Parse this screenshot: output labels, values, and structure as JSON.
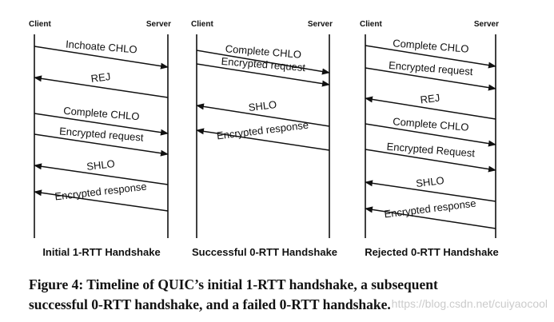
{
  "panels": [
    {
      "client_label": "Client",
      "server_label": "Server",
      "title": "Initial 1-RTT Handshake",
      "messages": [
        {
          "label": "Inchoate CHLO",
          "direction": "to-server"
        },
        {
          "label": "REJ",
          "direction": "to-client"
        },
        {
          "label": "Complete CHLO",
          "direction": "to-server"
        },
        {
          "label": "Encrypted request",
          "direction": "to-server"
        },
        {
          "label": "SHLO",
          "direction": "to-client"
        },
        {
          "label": "Encrypted response",
          "direction": "to-client"
        }
      ]
    },
    {
      "client_label": "Client",
      "server_label": "Server",
      "title": "Successful 0-RTT Handshake",
      "messages": [
        {
          "label": "Complete CHLO",
          "direction": "to-server"
        },
        {
          "label": "Encrypted request",
          "direction": "to-server"
        },
        {
          "label": "SHLO",
          "direction": "to-client"
        },
        {
          "label": "Encrypted response",
          "direction": "to-client"
        }
      ]
    },
    {
      "client_label": "Client",
      "server_label": "Server",
      "title": "Rejected 0-RTT Handshake",
      "messages": [
        {
          "label": "Complete CHLO",
          "direction": "to-server"
        },
        {
          "label": "Encrypted request",
          "direction": "to-server"
        },
        {
          "label": "REJ",
          "direction": "to-client"
        },
        {
          "label": "Complete CHLO",
          "direction": "to-server"
        },
        {
          "label": "Encrypted Request",
          "direction": "to-server"
        },
        {
          "label": "SHLO",
          "direction": "to-client"
        },
        {
          "label": "Encrypted response",
          "direction": "to-client"
        }
      ]
    }
  ],
  "caption": {
    "line1": "Figure 4: Timeline of QUIC’s initial 1-RTT handshake, a subsequent",
    "line2": "successful 0-RTT handshake, and a failed 0-RTT handshake."
  },
  "watermark": "https://blog.csdn.net/cuiyaocool"
}
